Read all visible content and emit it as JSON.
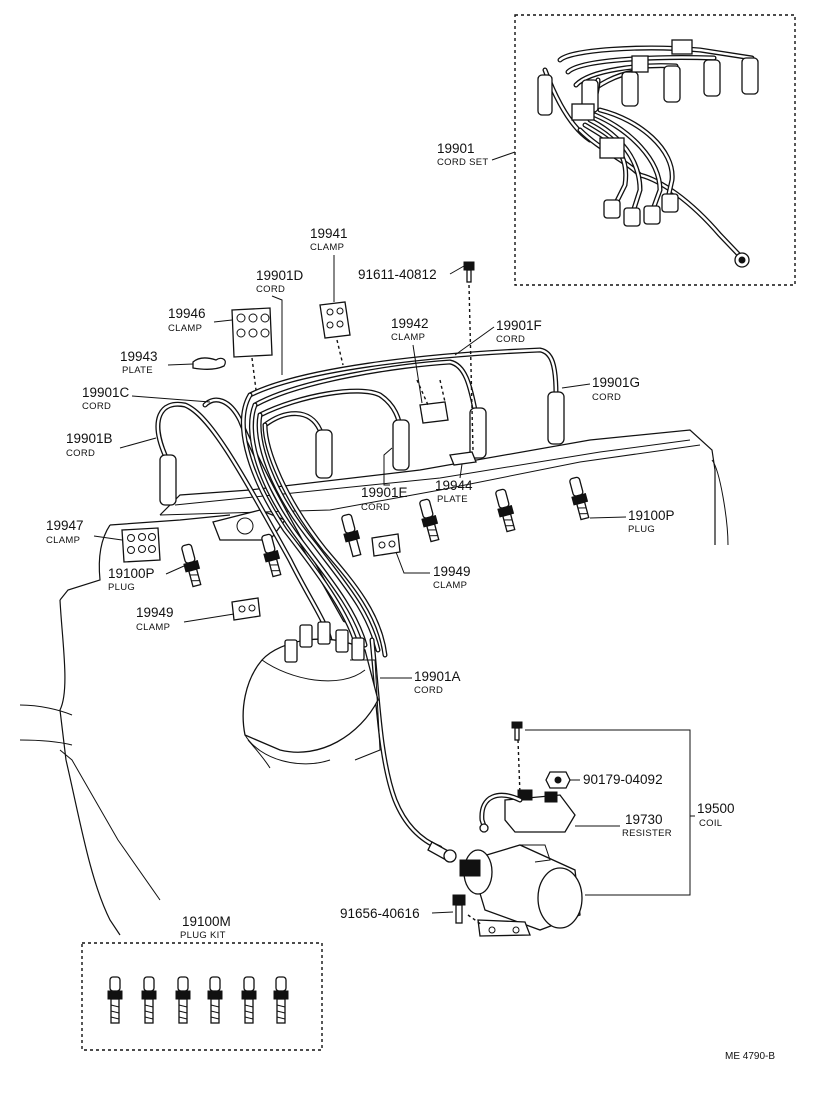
{
  "labels": {
    "cord_set": {
      "number": "19901",
      "name": "CORD SET"
    },
    "clamp_19941": {
      "number": "19941",
      "name": "CLAMP"
    },
    "cord_19901D": {
      "number": "19901D",
      "name": "CORD"
    },
    "bolt_91611": {
      "number": "91611-40812"
    },
    "clamp_19946": {
      "number": "19946",
      "name": "CLAMP"
    },
    "clamp_19942": {
      "number": "19942",
      "name": "CLAMP"
    },
    "cord_19901F": {
      "number": "19901F",
      "name": "CORD"
    },
    "plate_19943": {
      "number": "19943",
      "name": "PLATE"
    },
    "cord_19901C": {
      "number": "19901C",
      "name": "CORD"
    },
    "cord_19901G": {
      "number": "19901G",
      "name": "CORD"
    },
    "cord_19901B": {
      "number": "19901B",
      "name": "CORD"
    },
    "cord_19901E": {
      "number": "19901E",
      "name": "CORD"
    },
    "plate_19944": {
      "number": "19944",
      "name": "PLATE"
    },
    "clamp_19947": {
      "number": "19947",
      "name": "CLAMP"
    },
    "plug_19100P_right": {
      "number": "19100P",
      "name": "PLUG"
    },
    "plug_19100P_left": {
      "number": "19100P",
      "name": "PLUG"
    },
    "clamp_19949_right": {
      "number": "19949",
      "name": "CLAMP"
    },
    "clamp_19949_left": {
      "number": "19949",
      "name": "CLAMP"
    },
    "cord_19901A": {
      "number": "19901A",
      "name": "CORD"
    },
    "nut_90179": {
      "number": "90179-04092"
    },
    "coil_19500": {
      "number": "19500",
      "name": "COIL"
    },
    "resister_19730": {
      "number": "19730",
      "name": "RESISTER"
    },
    "bolt_91656": {
      "number": "91656-40616"
    },
    "plug_kit_19100M": {
      "number": "19100M",
      "name": "PLUG KIT"
    }
  },
  "drawing_code": "ME 4790-B"
}
